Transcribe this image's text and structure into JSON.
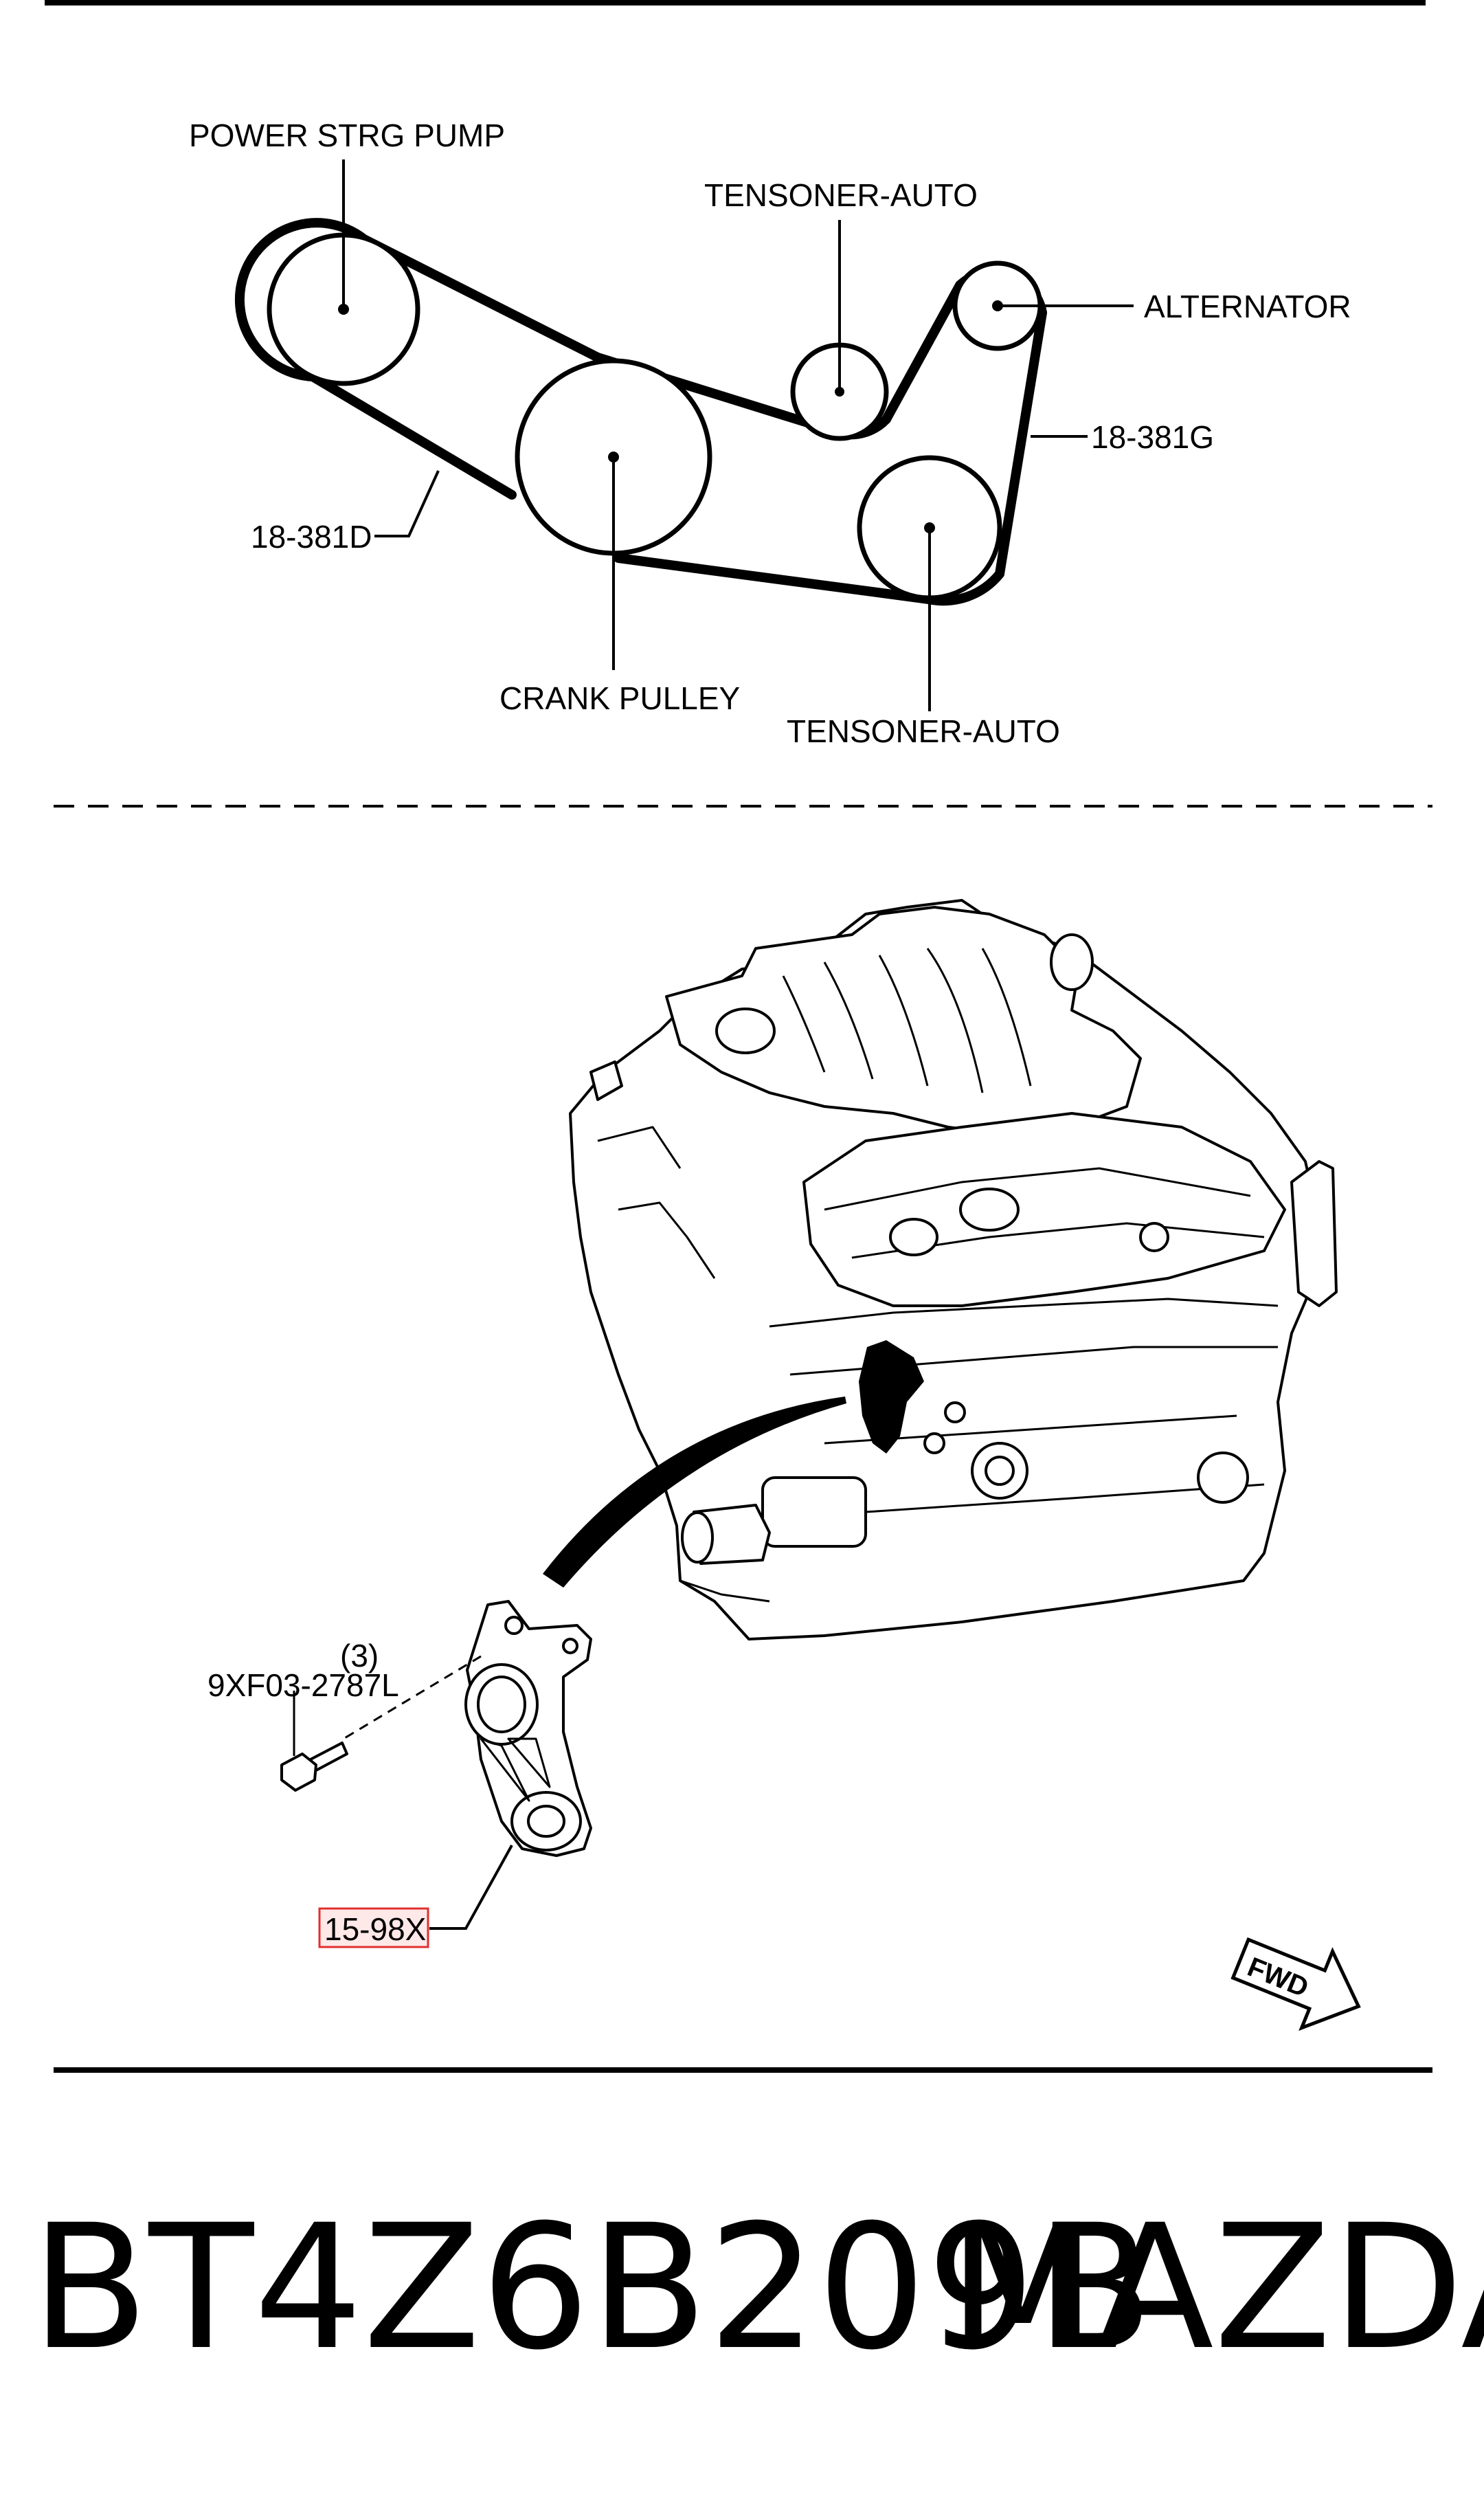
{
  "belt_diagram": {
    "power_steering_label": "POWER STRG PUMP",
    "tensioner_upper_label": "TENSONER-AUTO",
    "alternator_label": "ALTERNATOR",
    "belt_right_label": "18-381G",
    "belt_left_label": "18-381D",
    "crank_label": "CRANK PULLEY",
    "tensioner_lower_label": "TENSONER-AUTO"
  },
  "exploded_view": {
    "bolt_qty": "(3)",
    "bolt_part": "9XF03-2787L",
    "tensioner_part": "15-98X",
    "fwd_label": "FWD"
  },
  "footer": {
    "part_number": "BT4Z6B209B",
    "brand": "MAZDA"
  },
  "colors": {
    "highlight_border": "#e03030",
    "highlight_fill": "#ffe8e8",
    "ink": "#000000"
  }
}
